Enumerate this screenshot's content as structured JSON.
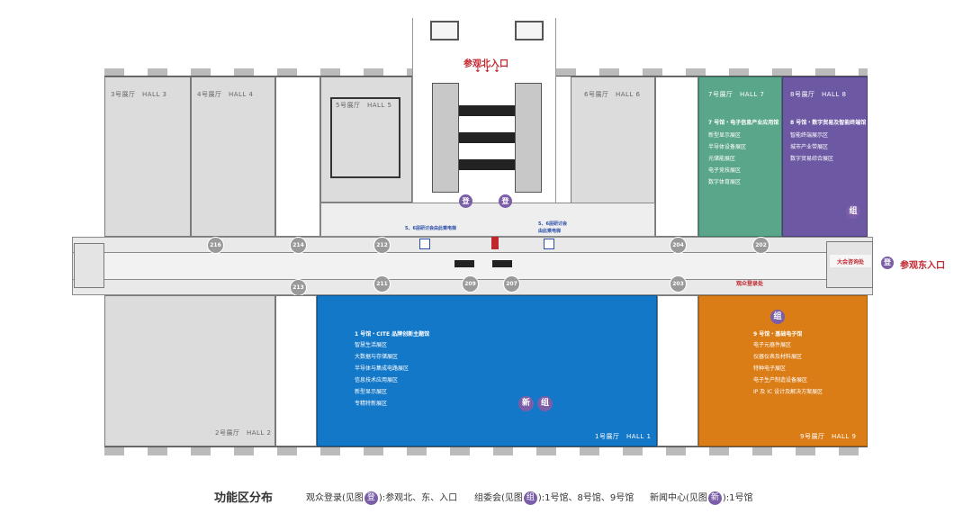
{
  "halls": {
    "hall3": {
      "label": "3号展厅　HALL 3"
    },
    "hall4": {
      "label": "4号展厅　HALL 4"
    },
    "hall5": {
      "label": "5号展厅　HALL 5"
    },
    "hall6": {
      "label": "6号展厅　HALL 6"
    },
    "hall2": {
      "label": "2号展厅　HALL 2"
    },
    "hall7": {
      "label": "7号展厅　HALL 7",
      "title": "7 号馆・电子信息产业应用馆",
      "zones": [
        "新型显示展区",
        "半导体设备展区",
        "光储能展区",
        "电子竞技展区",
        "数字体育展区"
      ],
      "color": "#5aa68a"
    },
    "hall8": {
      "label": "8号展厅　HALL 8",
      "title": "8 号馆・数字贸易及智能终端馆",
      "zones": [
        "智能终端展示区",
        "城市产业带展区",
        "数字贸易综合展区"
      ],
      "color": "#6c58a3"
    },
    "hall1": {
      "label": "1号展厅　HALL 1",
      "title": "1 号馆・CITE 品牌创新主题馆",
      "zones": [
        "智慧生活展区",
        "大数据与存储展区",
        "半导体与集成电路展区",
        "信息技术应用展区",
        "新型显示展区",
        "专精特新展区"
      ],
      "color": "#1478c8"
    },
    "hall9": {
      "label": "9号展厅　HALL 9",
      "title": "9 号馆・基础电子馆",
      "zones": [
        "电子元器件展区",
        "仪器仪表及材料展区",
        "特种电子展区",
        "电子生产制造设备展区",
        "IP 及 IC 设计及解决方案展区"
      ],
      "color": "#db7d16"
    }
  },
  "room_numbers": [
    "216",
    "214",
    "212",
    "213",
    "211",
    "209",
    "207",
    "204",
    "203",
    "202"
  ],
  "entrances": {
    "north": "参观北入口",
    "east": "参观东入口"
  },
  "badges": {
    "register": "登",
    "committee": "组",
    "news_1": "新",
    "news_2": "组"
  },
  "notes": {
    "meeting_left_1": "5、6层研讨会由此乘电梯",
    "meeting_right_1": "5、6层研讨会",
    "meeting_right_2": "由此乘电梯",
    "east_service": "大会咨询处",
    "audience_login": "观众登录处"
  },
  "legend": {
    "title": "功能区分布",
    "item1_prefix": "观众登录(见图",
    "item1_badge": "登",
    "item1_suffix": "):参观北、东、入口",
    "item2_prefix": "组委会(见图",
    "item2_badge": "组",
    "item2_suffix": "):1号馆、8号馆、9号馆",
    "item3_prefix": "新闻中心(见图",
    "item3_badge": "新",
    "item3_suffix": "):1号馆"
  },
  "colors": {
    "hall1": "#1478c8",
    "hall7": "#5aa68a",
    "hall8": "#6c58a3",
    "hall9": "#db7d16",
    "badge": "#7b5ea8",
    "entrance_red": "#c0262e"
  }
}
